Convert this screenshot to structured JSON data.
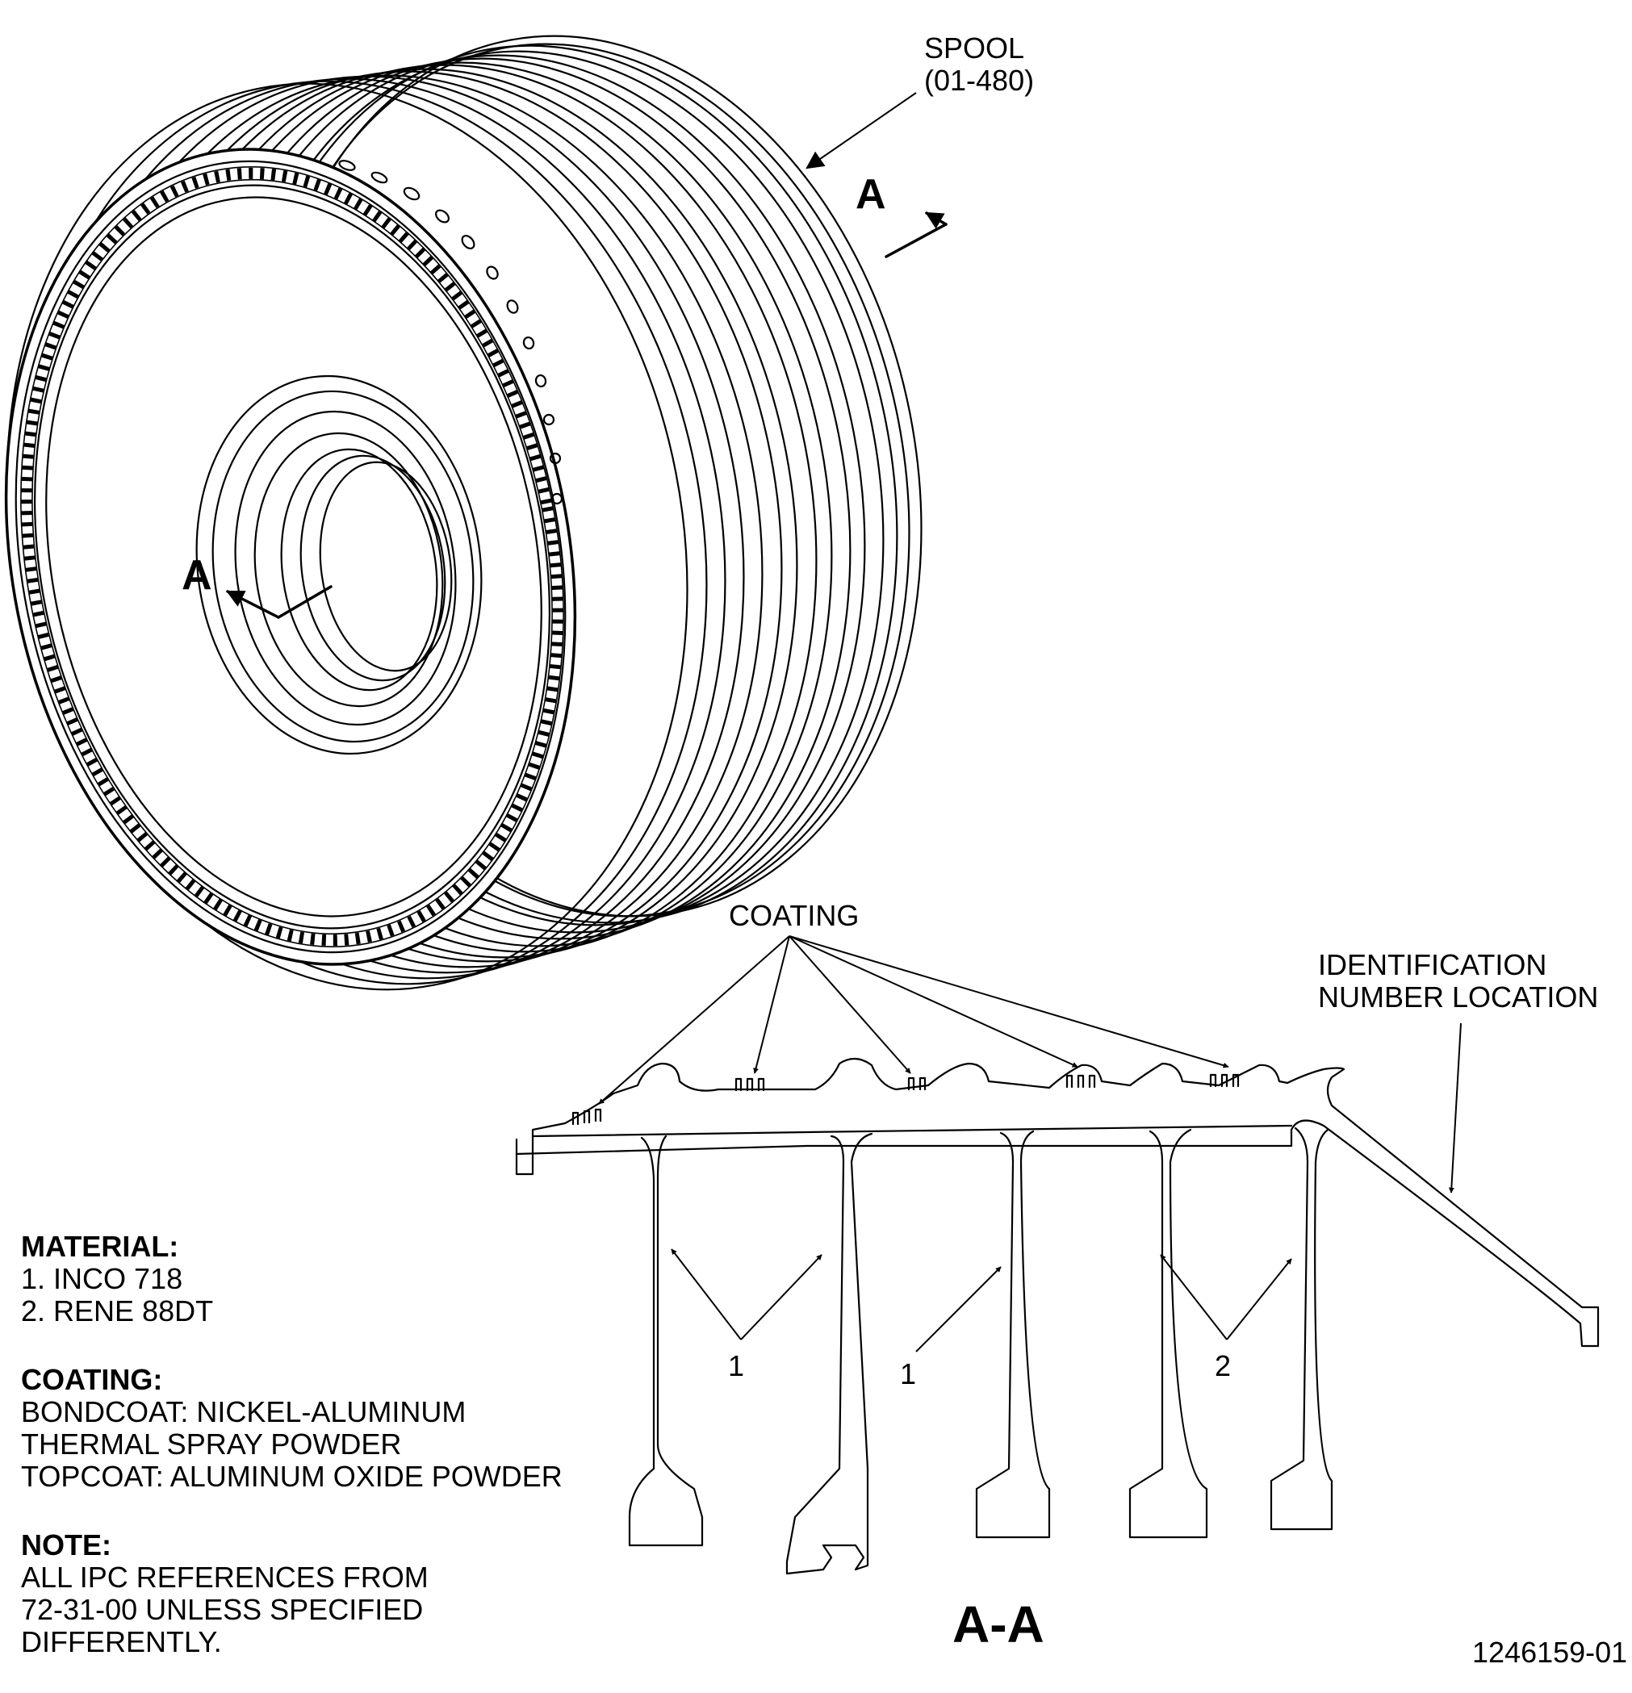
{
  "callouts": {
    "spool_name": "SPOOL",
    "spool_ref": "(01-480)",
    "coating": "COATING",
    "id_line1": "IDENTIFICATION",
    "id_line2": "NUMBER LOCATION",
    "section_mark": "A",
    "section_title": "A-A",
    "item_1": "1",
    "item_2": "2"
  },
  "notes": {
    "material_heading": "MATERIAL:",
    "material_items": [
      "1. INCO 718",
      "2. RENE 88DT"
    ],
    "coating_heading": "COATING:",
    "coating_lines": [
      "BONDCOAT: NICKEL-ALUMINUM",
      "THERMAL SPRAY POWDER",
      "TOPCOAT: ALUMINUM OXIDE POWDER"
    ],
    "note_heading": "NOTE:",
    "note_lines": [
      "ALL IPC REFERENCES FROM",
      "72-31-00 UNLESS SPECIFIED",
      "DIFFERENTLY."
    ]
  },
  "figure_number": "1246159-01"
}
